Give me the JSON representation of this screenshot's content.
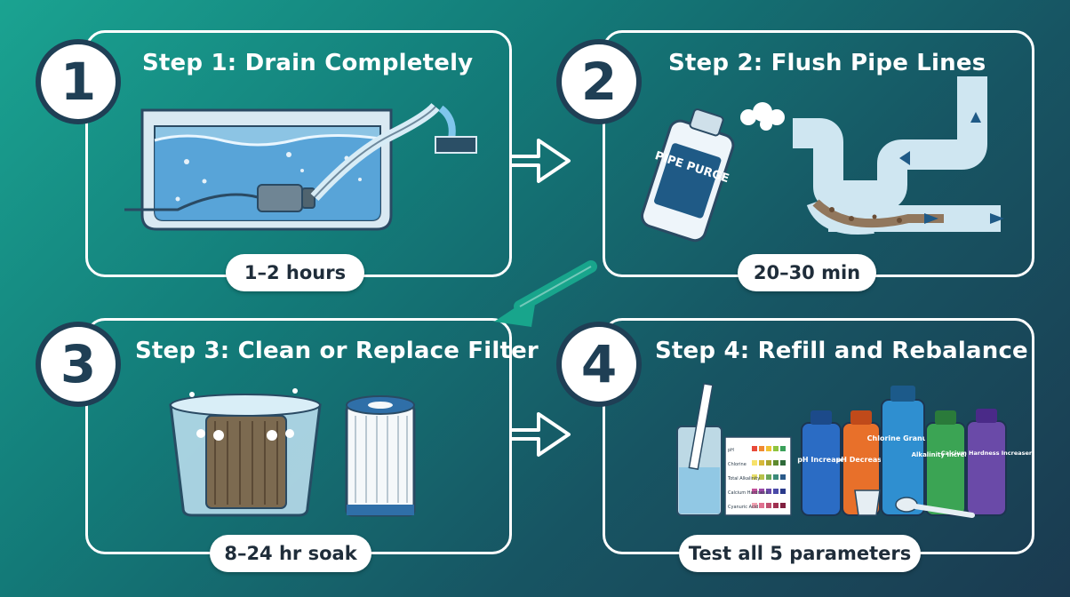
{
  "steps": [
    {
      "number": "1",
      "title": "Step 1: Drain Completely",
      "duration": "1–2 hours"
    },
    {
      "number": "2",
      "title": "Step 2: Flush Pipe Lines",
      "duration": "20–30 min"
    },
    {
      "number": "3",
      "title": "Step 3: Clean or Replace Filter",
      "duration": "8–24 hr soak"
    },
    {
      "number": "4",
      "title": "Step 4: Refill and Rebalance",
      "duration": "Test all 5 parameters"
    }
  ],
  "pipe_purge_label": "PIPE PURGE",
  "bottles": [
    {
      "label": "pH Increase",
      "color": "#2b6cc4"
    },
    {
      "label": "pH Decrease",
      "color": "#e8702a"
    },
    {
      "label": "Chlorine Granules",
      "color": "#2f8fd0"
    },
    {
      "label": "Alkalinity Increaser",
      "color": "#3ba454"
    },
    {
      "label": "Calcium Hardness Increaser",
      "color": "#6a4aa8"
    }
  ],
  "test_chart_rows": [
    "pH",
    "Chlorine",
    "Total Alkalinity",
    "Calcium Hardness",
    "Cyanuric Acid"
  ],
  "colors": {
    "panel_border": "#ffffff",
    "arrow": "#ffffff",
    "accent_arrow": "#18a58c",
    "number_ring": "#1f3f55"
  }
}
